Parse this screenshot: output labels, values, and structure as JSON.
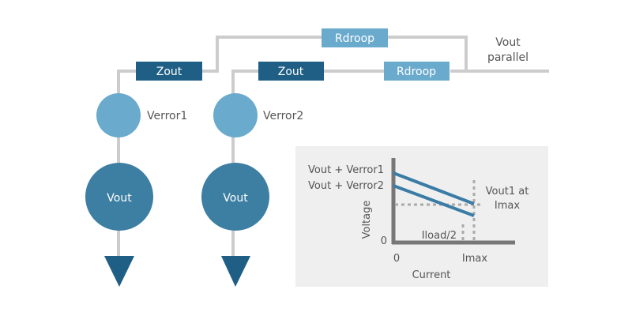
{
  "colors": {
    "wire": "#cccccc",
    "zout_box": "#1f5f85",
    "rdroop_box": "#6aaacd",
    "verror_circle": "#6aaacd",
    "vout_circle": "#3d7fa3",
    "ground_arrow": "#1f5f85",
    "graph_bg": "#efefef",
    "graph_line": "#3a7ca5",
    "text": "#555555"
  },
  "diagram": {
    "zout1_label": "Zout",
    "zout2_label": "Zout",
    "rdroop1_label": "Rdroop",
    "rdroop2_label": "Rdroop",
    "vout_parallel_line1": "Vout",
    "vout_parallel_line2": "parallel",
    "verror1_label": "Verror1",
    "verror2_label": "Verror2",
    "vout1_label": "Vout",
    "vout2_label": "Vout"
  },
  "graph": {
    "y_label_top": "Vout + Verror1",
    "y_label_second": "Vout + Verror2",
    "y_axis_title": "Voltage",
    "y_zero": "0",
    "x_zero": "0",
    "x_imax": "Imax",
    "x_axis_title": "Current",
    "iload_label": "Iload/2",
    "vout1_at_line1": "Vout1 at",
    "vout1_at_line2": "Imax"
  }
}
